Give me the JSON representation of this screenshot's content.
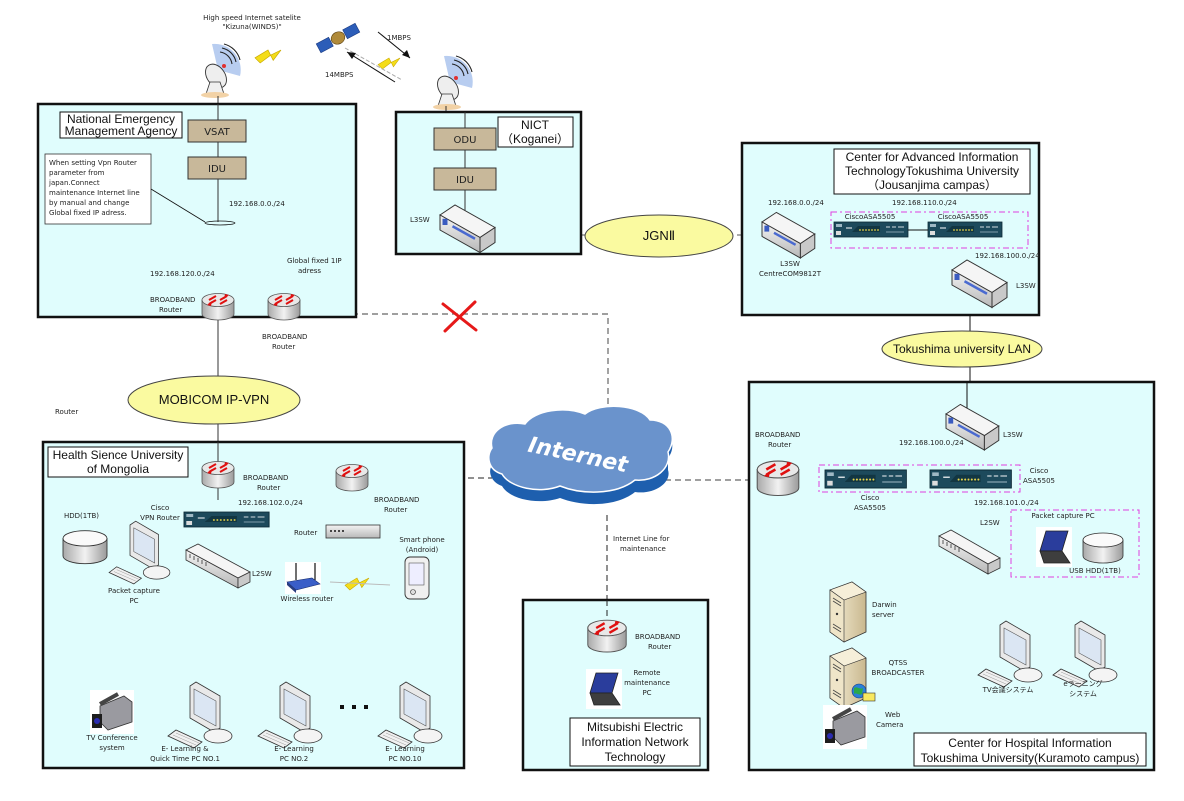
{
  "colors": {
    "site_fill": "#e0fdfd",
    "site_border": "#111111",
    "device_tan": "#c8b89a",
    "ellipse_fill": "#fafaa0",
    "cloud_fill": "#6a93cc",
    "cloud_side": "#1e5fae",
    "firewall_group": "#e040e0",
    "cut_mark": "#e61919",
    "router_arrow": "#e01010"
  },
  "satellite": {
    "label_line1": "High speed Internet satelite",
    "label_line2": "\"Kizuna(WINDS)\"",
    "downlink": "1MBPS",
    "uplink": "14MBPS"
  },
  "sites": {
    "nema": {
      "title_line1": "National Emergency",
      "title_line2": "Management Agency",
      "vsat": "VSAT",
      "idu": "IDU",
      "note_lines": [
        "When setting Vpn Router",
        "parameter from",
        "japan.Connect",
        "maintenance Internet line",
        "by manual and change",
        "Global fixed IP adress."
      ],
      "subnet_top": "192.168.0.0./24",
      "subnet_bottom": "192.168.120.0./24",
      "global_ip_line1": "Global fixed 1IP",
      "global_ip_line2": "adress",
      "router1_line1": "BROADBAND",
      "router1_line2": "Router",
      "router2_line1": "BROADBAND",
      "router2_line2": "Router"
    },
    "nict": {
      "title_line1": "NICT",
      "title_line2": "（Koganei）",
      "odu": "ODU",
      "idu": "IDU",
      "switch": "L3SW"
    },
    "jousanjima": {
      "title_line1": "Center for Advanced Information",
      "title_line2": "TechnologyTokushima University",
      "title_line3": "（Jousanjima campas）",
      "subnet_left": "192.168.0.0./24",
      "subnet_mid": "192.168.110.0./24",
      "subnet_right": "192.168.100.0./24",
      "switch_left_line1": "L3SW",
      "switch_left_line2": "CentreCOM9812T",
      "asa1": "CiscoASA5505",
      "asa2": "CiscoASA5505",
      "switch_right": "L3SW"
    },
    "mongolia": {
      "title_line1": "Health Sience University",
      "title_line2": "of Mongolia",
      "router_main_line1": "BROADBAND",
      "router_main_line2": "Router",
      "subnet": "192.168.102.0./24",
      "vpn_router_line1": "Cisco",
      "vpn_router_line2": "VPN Router",
      "router_b_line1": "BROADBAND",
      "router_b_line2": "Router",
      "small_router": "Router",
      "hdd": "HDD(1TB)",
      "capture_pc_line1": "Packet capture",
      "capture_pc_line2": "PC",
      "l2sw": "L2SW",
      "wireless": "Wireless router",
      "phone_line1": "Smart phone",
      "phone_line2": "(Android)",
      "tv_line1": "TV Conference",
      "tv_line2": "system",
      "pc1_line1": "E- Learning &",
      "pc1_line2": "Quick Time PC NO.1",
      "pc2_line1": "E- Learning",
      "pc2_line2": "PC NO.2",
      "pc10_line1": "E- Learning",
      "pc10_line2": "PC NO.10",
      "ellipsis": "・・・"
    },
    "mitsubishi": {
      "title_line1": "Mitsubishi Electric",
      "title_line2": "Information Network",
      "title_line3": "Technology",
      "router_line1": "BROADBAND",
      "router_line2": "Router",
      "pc_line1": "Remote",
      "pc_line2": "maintenance",
      "pc_line3": "PC"
    },
    "kuramoto": {
      "title_line1": "Center for Hospital Information",
      "title_line2": "Tokushima University(Kuramoto campus)",
      "l3sw": "L3SW",
      "subnet_top": "192.168.100.0./24",
      "router_line1": "BROADBAND",
      "router_line2": "Router",
      "asa_left_line1": "Cisco",
      "asa_left_line2": "ASA5505",
      "asa_right_line1": "Cisco",
      "asa_right_line2": "ASA5505",
      "subnet_bottom": "192.168.101.0./24",
      "l2sw": "L2SW",
      "capture_label": "Packet capture PC",
      "usb_hdd": "USB HDD(1TB)",
      "darwin_line1": "Darwin",
      "darwin_line2": "server",
      "qtss_line1": "QTSS",
      "qtss_line2": "BROADCASTER",
      "webcam_line1": "Web",
      "webcam_line2": "Camera",
      "tv_system": "TV会議システム",
      "elearn_line1": "eラーニング",
      "elearn_line2": "システム"
    }
  },
  "networks": {
    "jgn": "JGNⅡ",
    "mobicom": "MOBICOM  IP-VPN",
    "tokushima_lan": "Tokushima university  LAN",
    "internet": "Internet",
    "maintenance_line1": "Internet Line for",
    "maintenance_line2": "maintenance"
  },
  "stray_label": "Router"
}
